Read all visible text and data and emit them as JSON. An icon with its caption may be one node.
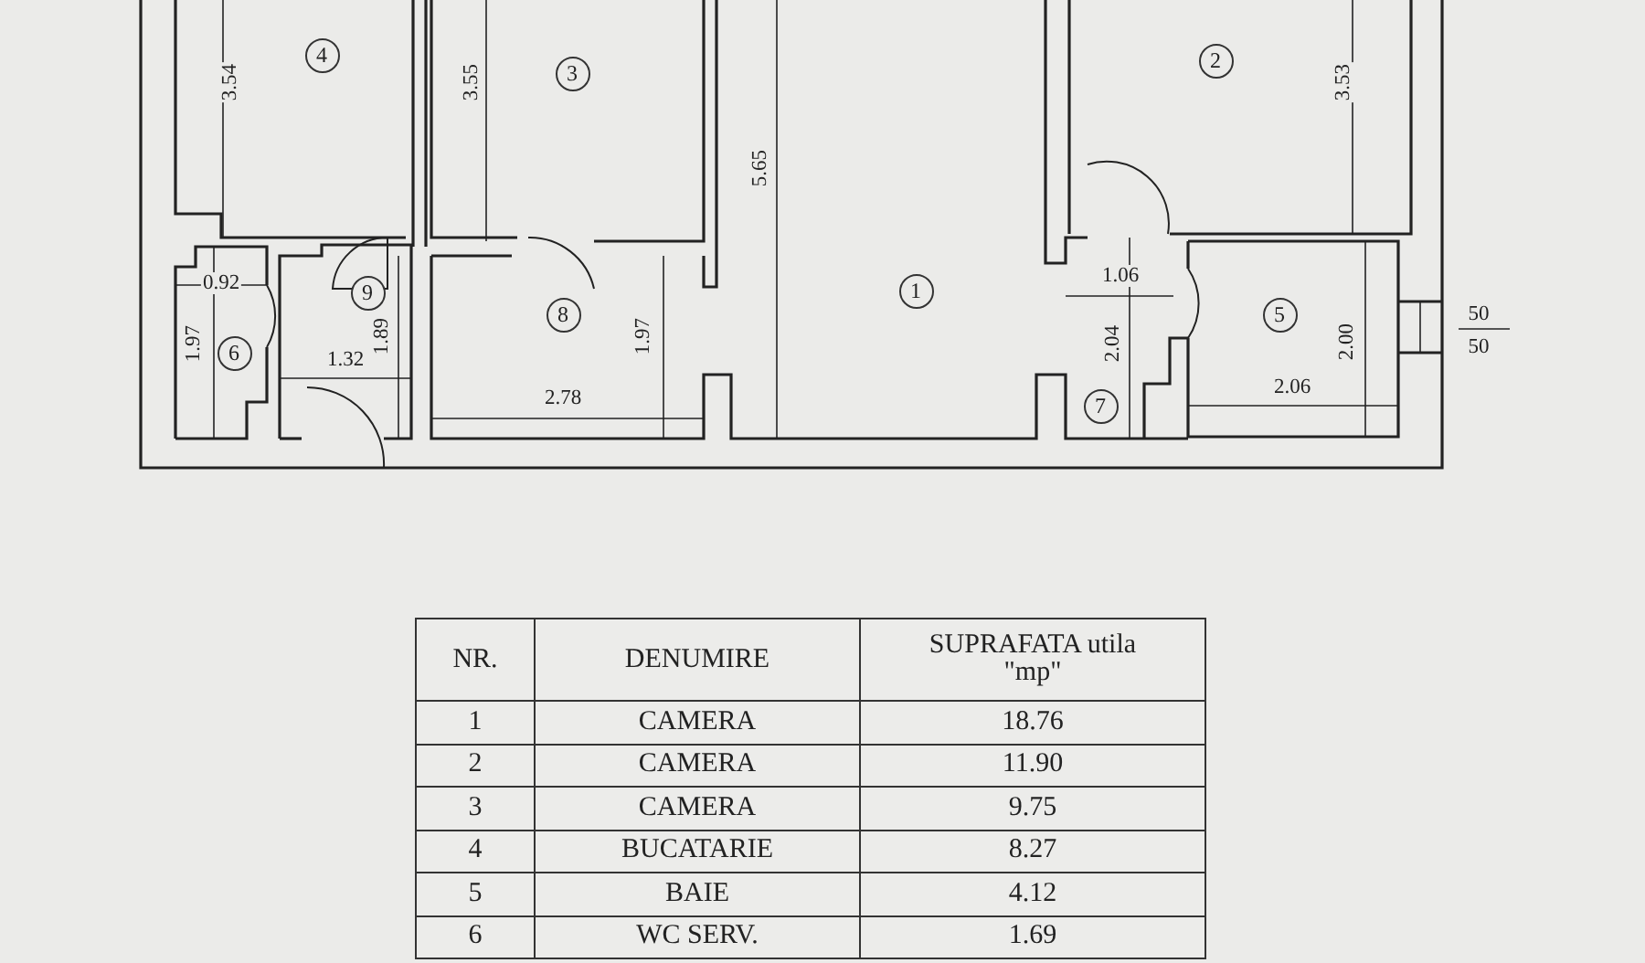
{
  "diagram": {
    "nodes": [
      {
        "text": [
          "4"
        ]
      },
      {
        "text": [
          "2"
        ]
      },
      {
        "text": [
          "3"
        ]
      },
      {
        "text": [
          "1"
        ]
      },
      {
        "text": [
          "9"
        ]
      },
      {
        "text": [
          "8"
        ]
      },
      {
        "text": [
          "5"
        ]
      },
      {
        "text": [
          "6"
        ]
      },
      {
        "text": [
          "7"
        ]
      }
    ],
    "edges": [],
    "labels": [
      "3.54",
      "3.55",
      "3.53",
      "5.65",
      "0.92",
      "1.06",
      "1.97",
      "1.89",
      "1.97",
      "2.04",
      "2.00",
      "50",
      "50",
      "1.32",
      "2.78",
      "2.06",
      "NR.",
      "DENUMIRE",
      "SUPRAFATA utila \"mp\"",
      "1",
      "CAMERA",
      "18.76",
      "2",
      "CAMERA",
      "11.90",
      "3",
      "CAMERA",
      "9.75",
      "4",
      "BUCATARIE",
      "8.27",
      "5",
      "BAIE",
      "4.12",
      "6",
      "WC SERV.",
      "1.69"
    ]
  }
}
